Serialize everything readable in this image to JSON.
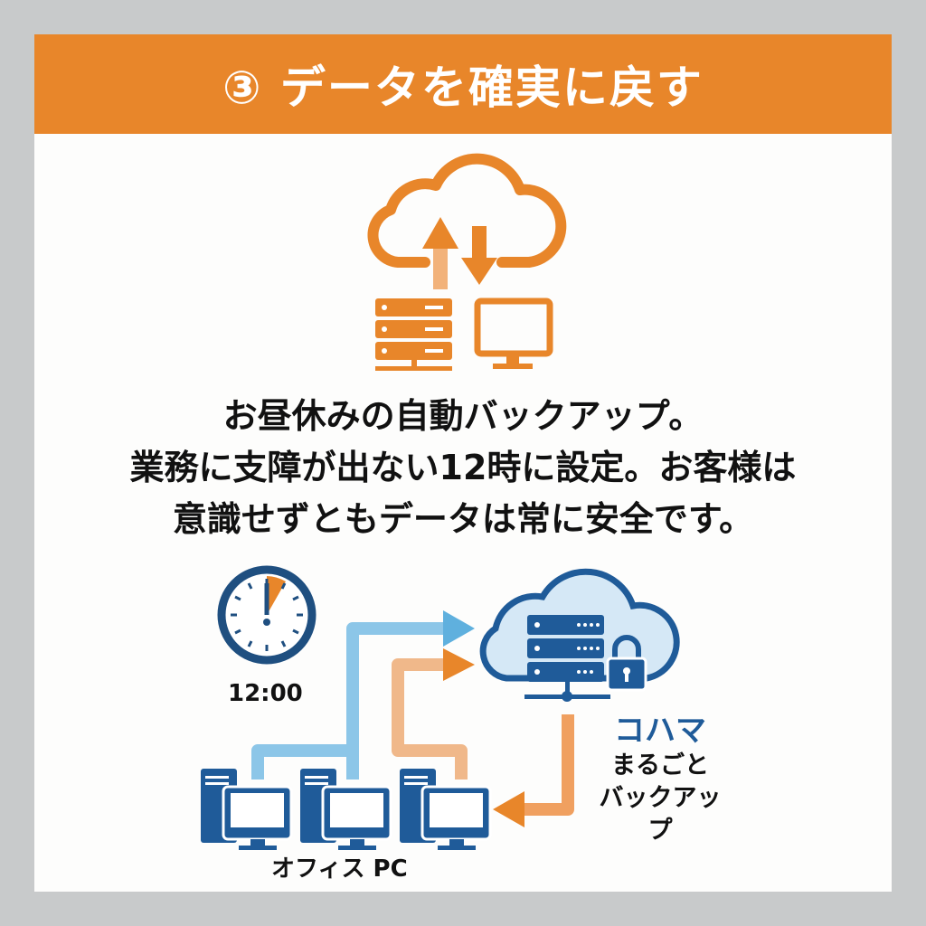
{
  "header": {
    "title": "③ データを確実に戻す"
  },
  "description": {
    "lines": [
      "お昼休みの自動バックアップ。",
      "業務に支障が出ない12時に設定。お客様は",
      "意識せずともデータは常に安全です。"
    ]
  },
  "diagram": {
    "time_label": "12:00",
    "office_label": "オフィス PC",
    "brand_name": "コハマ",
    "brand_sub_1": "まるごと",
    "brand_sub_2": "バックアップ"
  },
  "colors": {
    "accent": "#e8862a",
    "blue": "#1f5b99",
    "light_blue": "#6db3e0"
  }
}
